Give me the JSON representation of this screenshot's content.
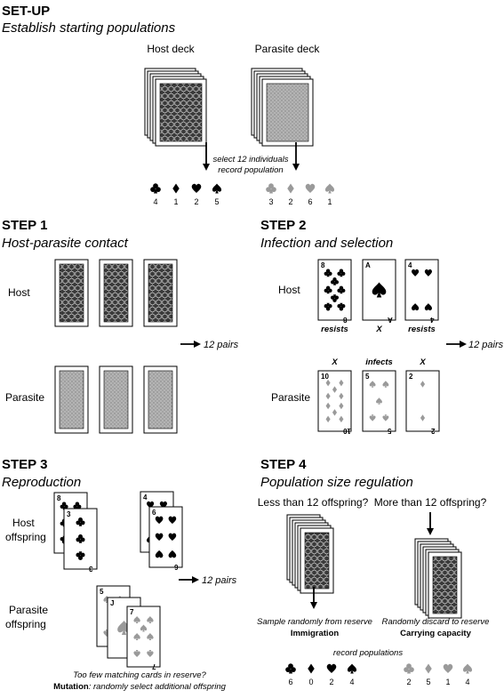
{
  "setup": {
    "title": "SET-UP",
    "subtitle": "Establish starting populations",
    "host_deck_label": "Host deck",
    "parasite_deck_label": "Parasite deck",
    "select_note_line1": "select 12 individuals",
    "select_note_line2": "record population",
    "host_counts": [
      {
        "suit": "club-icon",
        "count": "4"
      },
      {
        "suit": "diamond-icon",
        "count": "1"
      },
      {
        "suit": "heart-icon",
        "count": "2"
      },
      {
        "suit": "spade-icon",
        "count": "5"
      }
    ],
    "parasite_counts": [
      {
        "suit": "club-icon",
        "count": "3"
      },
      {
        "suit": "diamond-icon",
        "count": "2"
      },
      {
        "suit": "heart-icon",
        "count": "6"
      },
      {
        "suit": "spade-icon",
        "count": "1"
      }
    ]
  },
  "step1": {
    "title": "STEP 1",
    "subtitle": "Host-parasite contact",
    "host_label": "Host",
    "parasite_label": "Parasite",
    "pairs_label": "12 pairs"
  },
  "step2": {
    "title": "STEP 2",
    "subtitle": "Infection and selection",
    "host_label": "Host",
    "parasite_label": "Parasite",
    "pairs_label": "12 pairs",
    "host_cards": [
      {
        "rank": "8",
        "outcome": "resists"
      },
      {
        "rank": "A",
        "outcome": "X"
      },
      {
        "rank": "4",
        "outcome": "resists"
      }
    ],
    "parasite_cards": [
      {
        "rank": "10",
        "outcome": "X"
      },
      {
        "rank": "5",
        "outcome": "infects"
      },
      {
        "rank": "2",
        "outcome": "X"
      }
    ]
  },
  "step3": {
    "title": "STEP 3",
    "subtitle": "Reproduction",
    "host_label_line1": "Host",
    "host_label_line2": "offspring",
    "parasite_label_line1": "Parasite",
    "parasite_label_line2": "offspring",
    "pairs_label": "12 pairs",
    "host_ranks": [
      "8",
      "3",
      "4",
      "6"
    ],
    "parasite_ranks": [
      "5",
      "J",
      "7"
    ],
    "note_line1": "Too few matching cards in reserve?",
    "note_bold": "Mutation",
    "note_line2": ": randomly select additional offspring"
  },
  "step4": {
    "title": "STEP 4",
    "subtitle": "Population size regulation",
    "less_label": "Less than 12 offspring?",
    "more_label": "More than 12 offspring?",
    "sample_note": "Sample randomly from reserve",
    "immigration": "Immigration",
    "discard_note": "Randomly discard to reserve",
    "carrying": "Carrying capacity",
    "record_label": "record populations",
    "host_counts": [
      {
        "suit": "club-icon",
        "count": "6"
      },
      {
        "suit": "diamond-icon",
        "count": "0"
      },
      {
        "suit": "heart-icon",
        "count": "2"
      },
      {
        "suit": "spade-icon",
        "count": "4"
      }
    ],
    "parasite_counts": [
      {
        "suit": "club-icon",
        "count": "2"
      },
      {
        "suit": "diamond-icon",
        "count": "5"
      },
      {
        "suit": "heart-icon",
        "count": "1"
      },
      {
        "suit": "spade-icon",
        "count": "4"
      }
    ]
  },
  "colors": {
    "host_back": "#3a3a3a",
    "parasite_back": "#a8a8a8",
    "parasite_suit": "#9a9a9a",
    "ink": "#000000"
  }
}
